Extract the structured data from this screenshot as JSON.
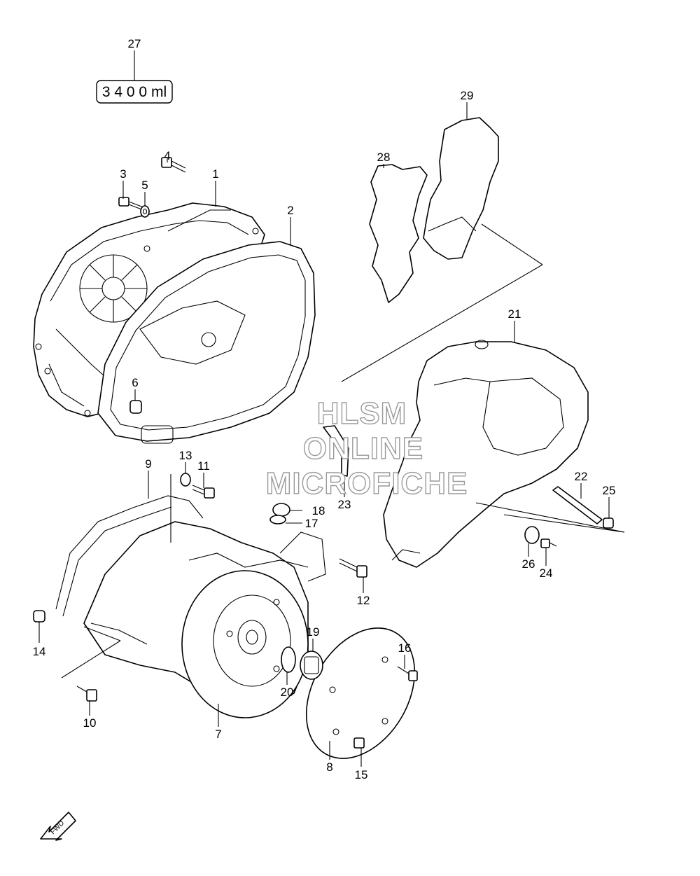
{
  "diagram": {
    "callouts": [
      {
        "id": "1",
        "label": "1"
      },
      {
        "id": "2",
        "label": "2"
      },
      {
        "id": "3",
        "label": "3"
      },
      {
        "id": "4",
        "label": "4"
      },
      {
        "id": "5",
        "label": "5"
      },
      {
        "id": "6",
        "label": "6"
      },
      {
        "id": "7",
        "label": "7"
      },
      {
        "id": "8",
        "label": "8"
      },
      {
        "id": "9",
        "label": "9"
      },
      {
        "id": "10",
        "label": "10"
      },
      {
        "id": "11",
        "label": "11"
      },
      {
        "id": "12",
        "label": "12"
      },
      {
        "id": "13",
        "label": "13"
      },
      {
        "id": "14",
        "label": "14"
      },
      {
        "id": "15",
        "label": "15"
      },
      {
        "id": "16",
        "label": "16"
      },
      {
        "id": "17",
        "label": "17"
      },
      {
        "id": "18",
        "label": "18"
      },
      {
        "id": "19",
        "label": "19"
      },
      {
        "id": "20",
        "label": "20"
      },
      {
        "id": "21",
        "label": "21"
      },
      {
        "id": "22",
        "label": "22"
      },
      {
        "id": "23",
        "label": "23"
      },
      {
        "id": "24",
        "label": "24"
      },
      {
        "id": "25",
        "label": "25"
      },
      {
        "id": "26",
        "label": "26"
      },
      {
        "id": "27",
        "label": "27"
      },
      {
        "id": "28",
        "label": "28"
      },
      {
        "id": "29",
        "label": "29"
      }
    ],
    "oil_capacity_label": "3 4 0 0 ml",
    "fwd_label": "FWD",
    "watermark": [
      "HLSM",
      "ONLINE",
      "MICROFICHE"
    ]
  }
}
